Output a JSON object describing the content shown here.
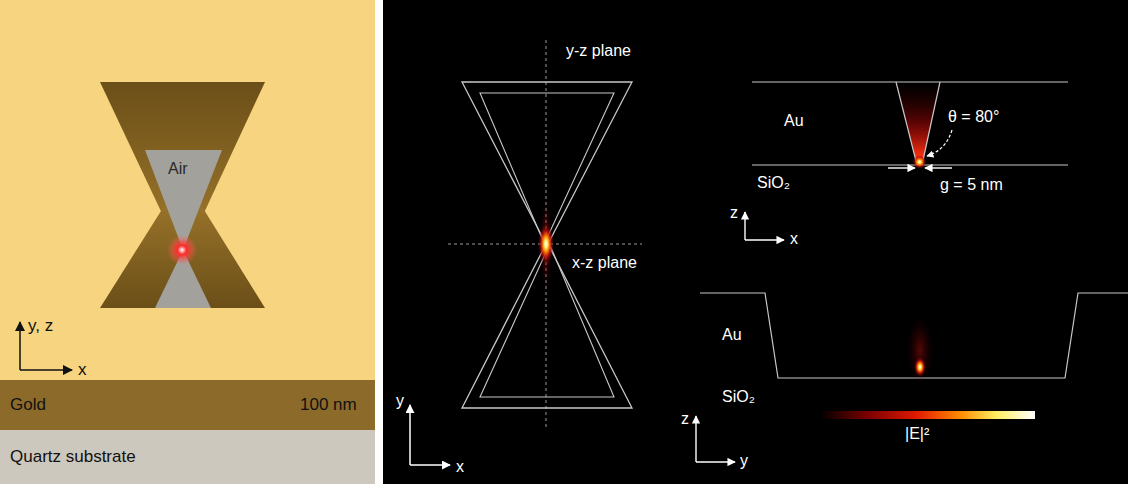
{
  "diagram": {
    "nodes": [
      {
        "text": [
          "Gold",
          "100 nm"
        ]
      },
      {
        "text": [
          "Quartz substrate"
        ]
      }
    ],
    "labels": [
      "Air",
      "y, z",
      "x",
      "y-z plane",
      "x-z plane",
      "y",
      "x",
      "Au",
      "θ = 80°",
      "SiO₂",
      "g = 5 nm",
      "z",
      "x",
      "Au",
      "SiO₂",
      "z",
      "y"
    ],
    "legend": [
      {
        "text": "|E|²"
      }
    ]
  }
}
